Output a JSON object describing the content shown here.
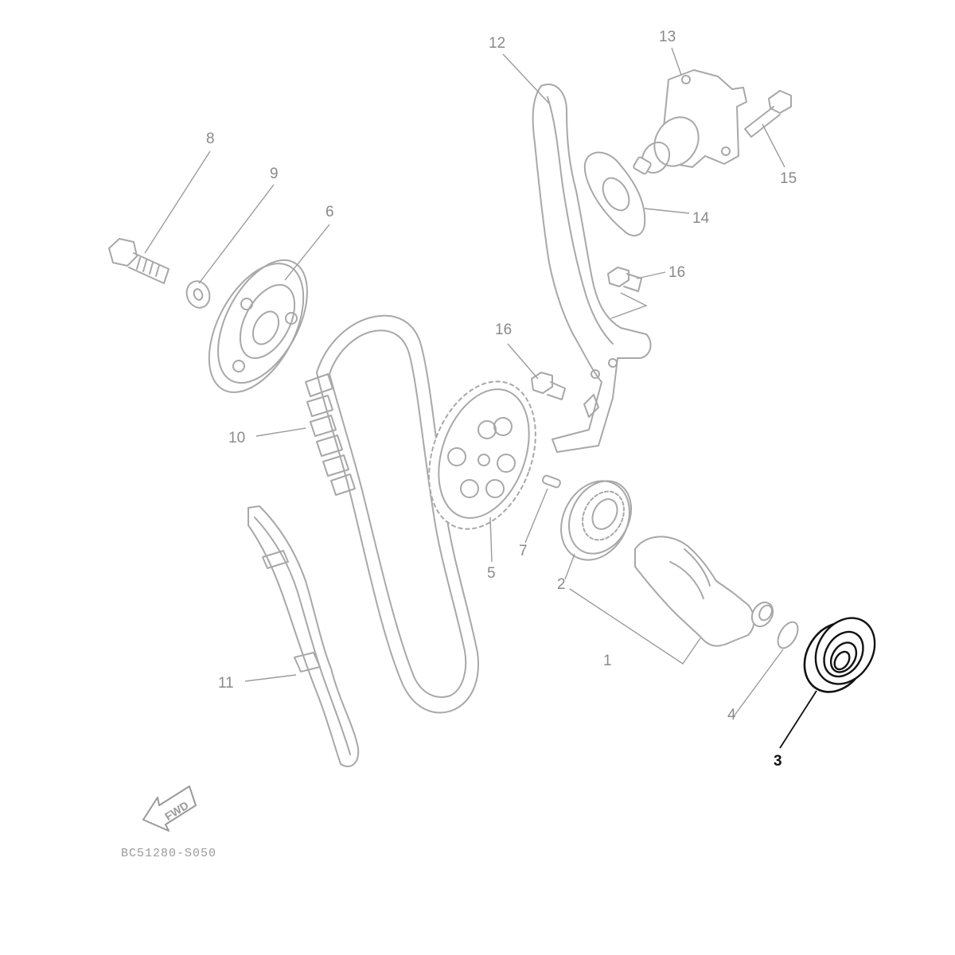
{
  "diagram": {
    "callouts": [
      {
        "id": "1",
        "label": "1"
      },
      {
        "id": "2",
        "label": "2"
      },
      {
        "id": "3",
        "label": "3",
        "highlighted": true
      },
      {
        "id": "4",
        "label": "4"
      },
      {
        "id": "5",
        "label": "5"
      },
      {
        "id": "6",
        "label": "6"
      },
      {
        "id": "7",
        "label": "7"
      },
      {
        "id": "8",
        "label": "8"
      },
      {
        "id": "9",
        "label": "9"
      },
      {
        "id": "10",
        "label": "10"
      },
      {
        "id": "11",
        "label": "11"
      },
      {
        "id": "12",
        "label": "12"
      },
      {
        "id": "13",
        "label": "13"
      },
      {
        "id": "14",
        "label": "14"
      },
      {
        "id": "15",
        "label": "15"
      },
      {
        "id": "16a",
        "label": "16"
      },
      {
        "id": "16b",
        "label": "16"
      }
    ],
    "fwd_label": "FWD",
    "drawing_code": "BC51280-S050",
    "colors": {
      "faded_line": "#a8a8a8",
      "highlight": "#111111",
      "background": "#ffffff"
    }
  }
}
